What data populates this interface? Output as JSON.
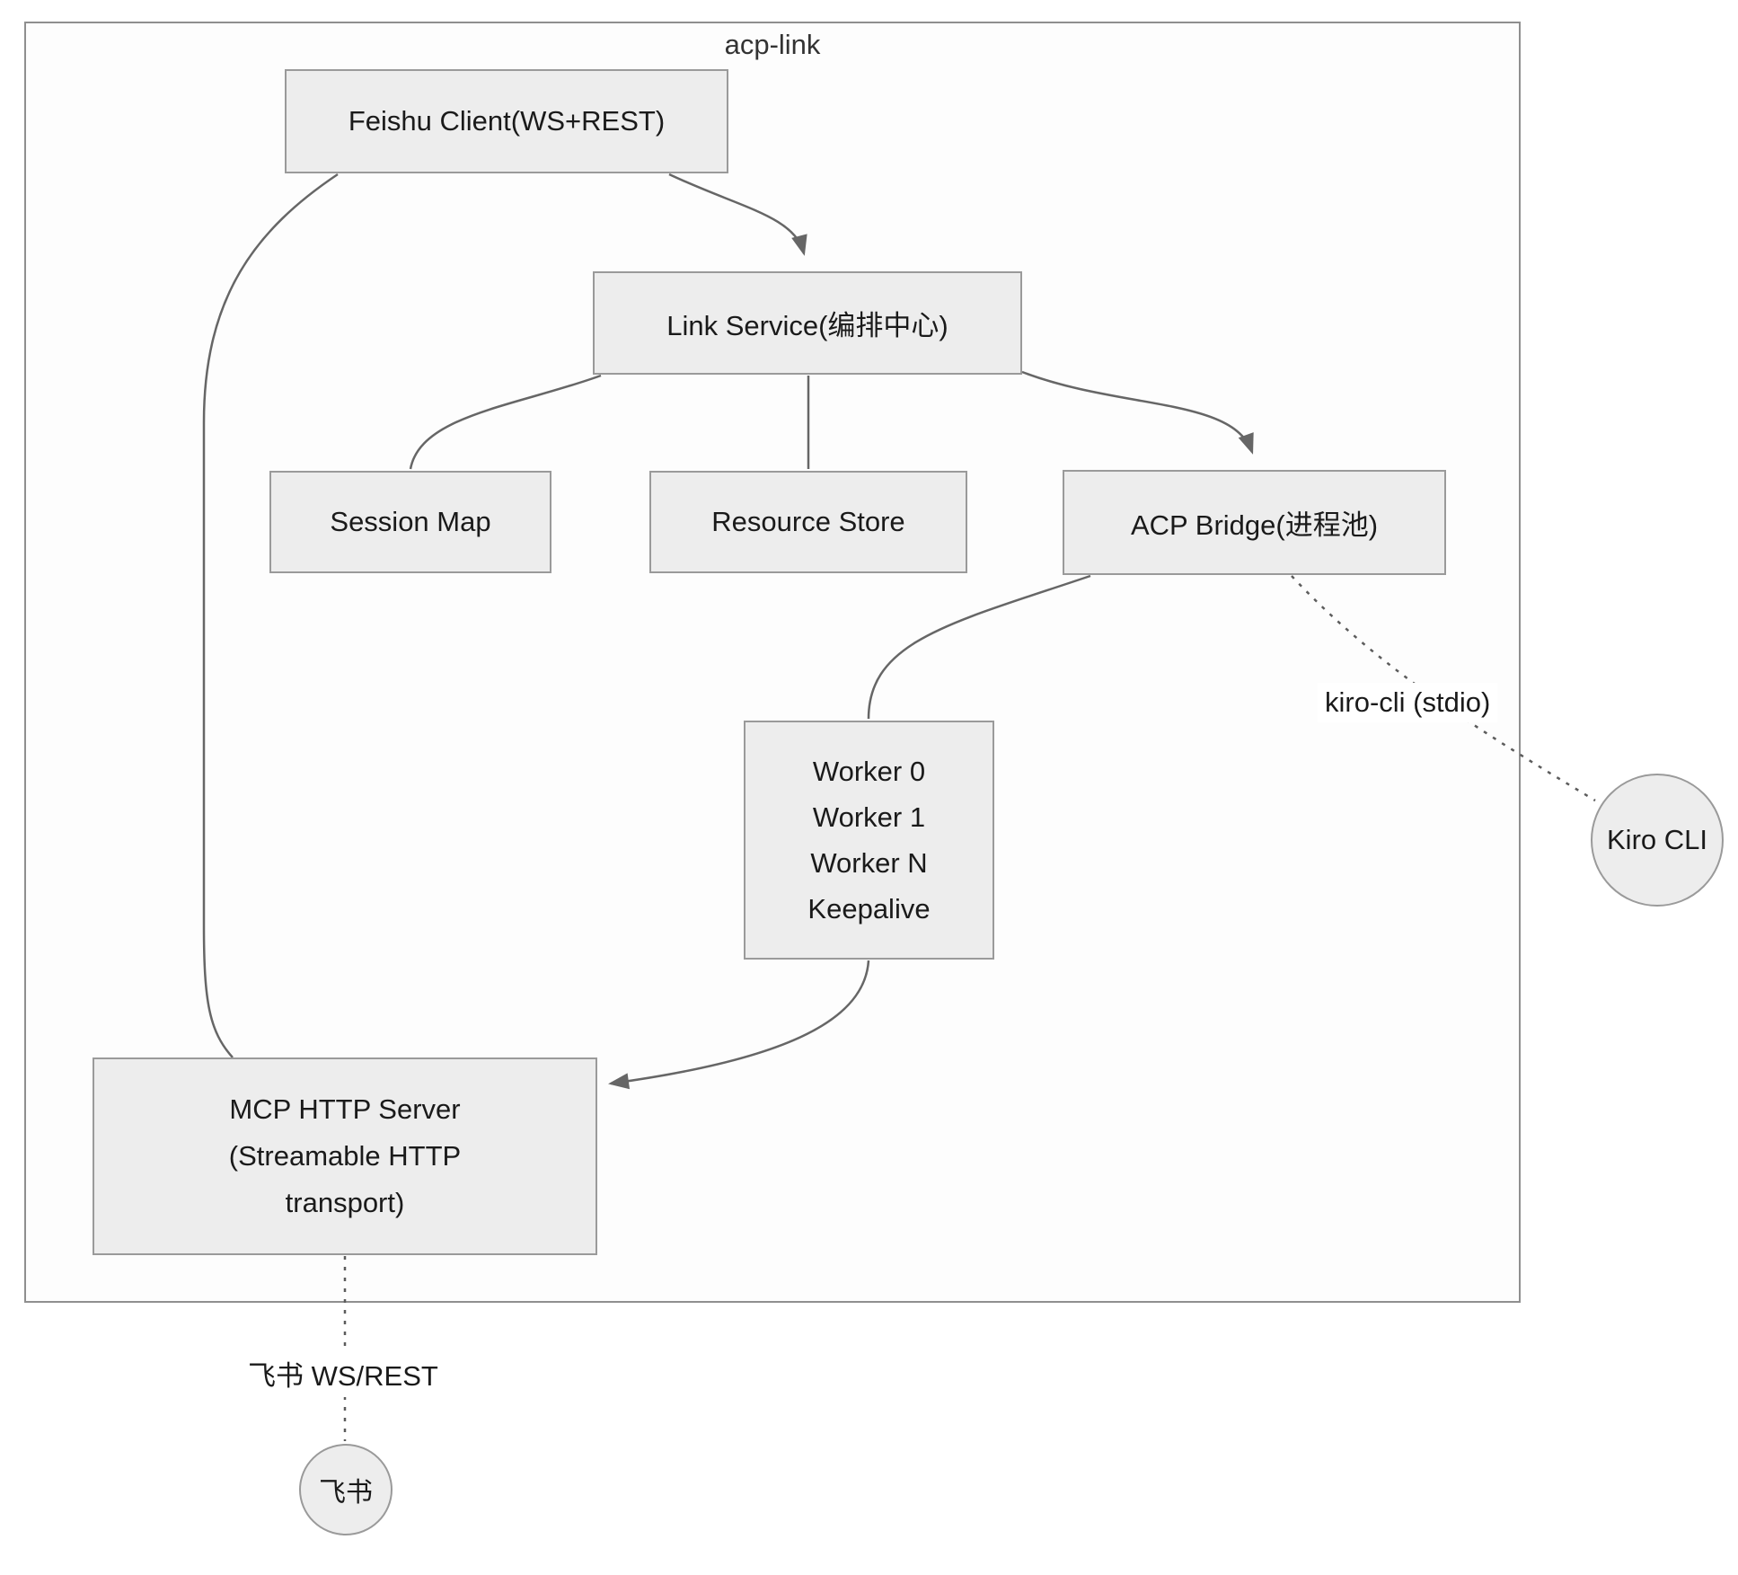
{
  "diagram": {
    "container_label": "acp-link",
    "nodes": {
      "feishu_client": {
        "label": "Feishu Client(WS+REST)"
      },
      "link_service": {
        "label": "Link Service(编排中心)"
      },
      "session_map": {
        "label": "Session Map"
      },
      "resource_store": {
        "label": "Resource Store"
      },
      "acp_bridge": {
        "label": "ACP Bridge(进程池)"
      },
      "worker_pool": {
        "lines": [
          "Worker 0",
          "Worker 1",
          "Worker N",
          "Keepalive"
        ]
      },
      "mcp_server": {
        "lines": [
          "MCP HTTP Server",
          "(Streamable HTTP",
          "transport)"
        ]
      },
      "kiro_cli": {
        "label": "Kiro CLI"
      },
      "feishu": {
        "label": "飞书"
      }
    },
    "edge_labels": {
      "kiro_stdio": "kiro-cli (stdio)",
      "feishu_ws": "飞书 WS/REST"
    },
    "colors": {
      "node_fill": "#ededed",
      "node_border": "#9a9a9a",
      "container_border": "#8f8f8f",
      "edge_stroke": "#666666",
      "text": "#1a1a1a"
    }
  }
}
